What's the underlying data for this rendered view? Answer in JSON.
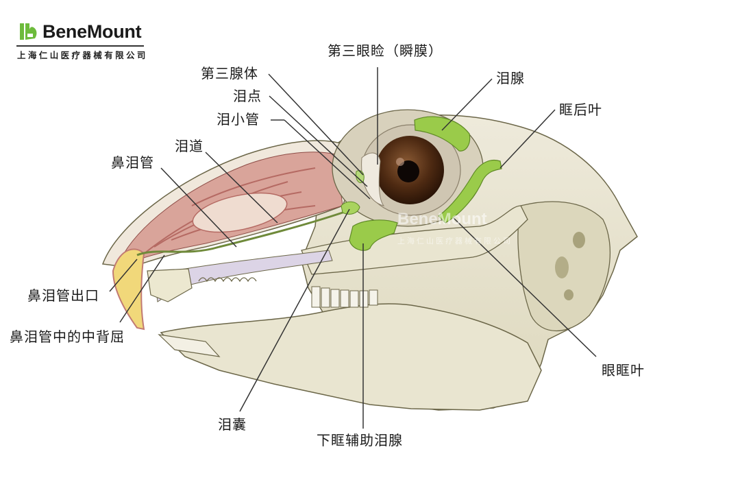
{
  "brand": {
    "name": "BeneMount",
    "subtitle": "上海仁山医疗器械有限公司",
    "accent_color": "#6dbb3c"
  },
  "watermark": {
    "name": "BeneMount",
    "subtitle": "上海仁山医疗器械有限公司"
  },
  "diagram": {
    "subject": "rabbit skull lacrimal / nasolacrimal anatomy",
    "colors": {
      "bone": "#e8e4cf",
      "gland_green": "#9acb4a",
      "nasal_pink": "#d9a49a",
      "eye_brown": "#5a3116",
      "leader_line": "#333333"
    },
    "labels": [
      {
        "id": "third-eyelid",
        "text": "第三眼睑（瞬膜）"
      },
      {
        "id": "third-gland",
        "text": "第三腺体"
      },
      {
        "id": "lacrimal-punctum",
        "text": "泪点"
      },
      {
        "id": "lacrimal-canaliculus",
        "text": "泪小管"
      },
      {
        "id": "lacrimal-duct",
        "text": "泪道"
      },
      {
        "id": "nasolacrimal-duct",
        "text": "鼻泪管"
      },
      {
        "id": "lacrimal-gland",
        "text": "泪腺"
      },
      {
        "id": "retro-orbital-lobe",
        "text": "眶后叶"
      },
      {
        "id": "nasolacrimal-opening",
        "text": "鼻泪管出口"
      },
      {
        "id": "nasolacrimal-dorsal-flexure",
        "text": "鼻泪管中的中背屈"
      },
      {
        "id": "lacrimal-sac",
        "text": "泪囊"
      },
      {
        "id": "infraorbital-accessory-gland",
        "text": "下眶辅助泪腺"
      },
      {
        "id": "orbital-lobe",
        "text": "眼眶叶"
      }
    ]
  }
}
